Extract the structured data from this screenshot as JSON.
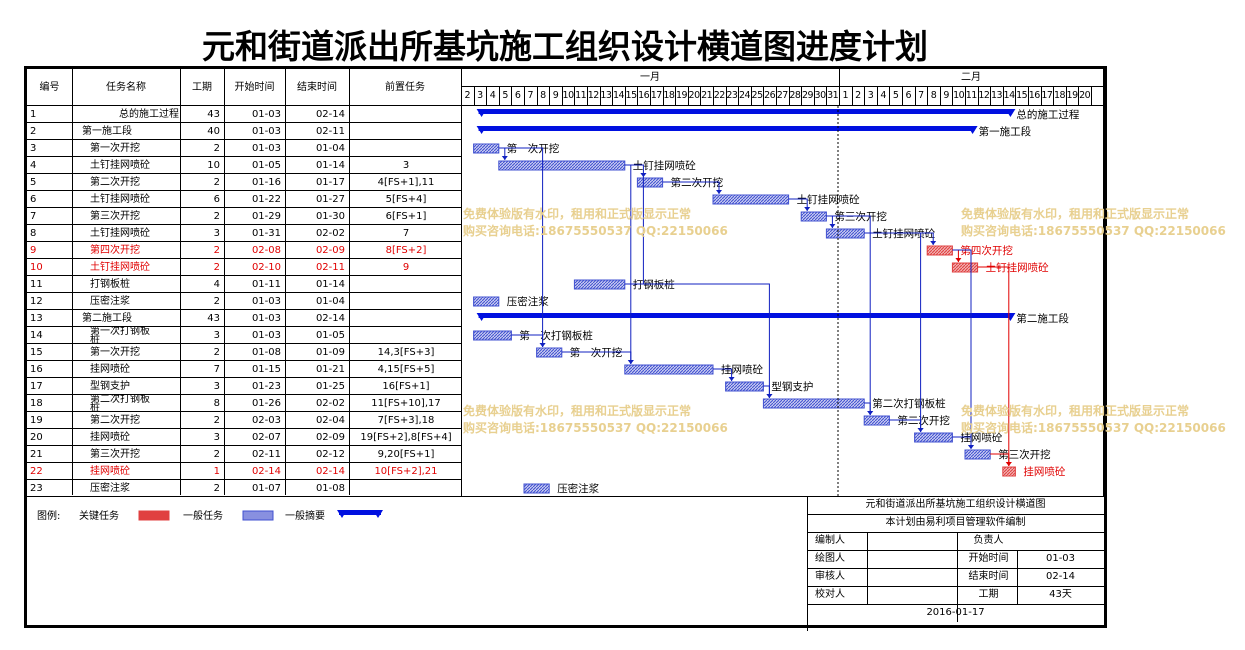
{
  "title": "元和街道派出所基坑施工组织设计横道图进度计划",
  "headers": [
    "编号",
    "任务名称",
    "工期",
    "开始时间",
    "结束时间",
    "前置任务"
  ],
  "months": [
    "一月",
    "二月"
  ],
  "jan_days": [
    "2",
    "3",
    "4",
    "5",
    "6",
    "7",
    "8",
    "9",
    "10",
    "11",
    "12",
    "13",
    "14",
    "15",
    "16",
    "17",
    "18",
    "19",
    "20",
    "21",
    "22",
    "23",
    "24",
    "25",
    "26",
    "27",
    "28",
    "29",
    "30",
    "31"
  ],
  "feb_days": [
    "1",
    "2",
    "3",
    "4",
    "5",
    "6",
    "7",
    "8",
    "9",
    "10",
    "11",
    "12",
    "13",
    "14",
    "15",
    "16",
    "17",
    "18",
    "19",
    "20"
  ],
  "tasks": [
    {
      "id": "1",
      "name": "总的施工过程",
      "dur": "43",
      "start": "01-03",
      "end": "02-14",
      "pred": "",
      "kind": "summary",
      "indent": 0,
      "label": "总的施工过程"
    },
    {
      "id": "2",
      "name": "第一施工段",
      "dur": "40",
      "start": "01-03",
      "end": "02-11",
      "pred": "",
      "kind": "summary",
      "indent": 1,
      "label": "第一施工段"
    },
    {
      "id": "3",
      "name": "第一次开挖",
      "dur": "2",
      "start": "01-03",
      "end": "01-04",
      "pred": "",
      "kind": "normal",
      "indent": 2,
      "label": "第一次开挖"
    },
    {
      "id": "4",
      "name": "土钉挂网喷砼",
      "dur": "10",
      "start": "01-05",
      "end": "01-14",
      "pred": "3",
      "kind": "normal",
      "indent": 2,
      "label": "土钉挂网喷砼"
    },
    {
      "id": "5",
      "name": "第二次开挖",
      "dur": "2",
      "start": "01-16",
      "end": "01-17",
      "pred": "4[FS+1],11",
      "kind": "normal",
      "indent": 2,
      "label": "第二次开挖"
    },
    {
      "id": "6",
      "name": "土钉挂网喷砼",
      "dur": "6",
      "start": "01-22",
      "end": "01-27",
      "pred": "5[FS+4]",
      "kind": "normal",
      "indent": 2,
      "label": "土钉挂网喷砼"
    },
    {
      "id": "7",
      "name": "第三次开挖",
      "dur": "2",
      "start": "01-29",
      "end": "01-30",
      "pred": "6[FS+1]",
      "kind": "normal",
      "indent": 2,
      "label": "第三次开挖"
    },
    {
      "id": "8",
      "name": "土钉挂网喷砼",
      "dur": "3",
      "start": "01-31",
      "end": "02-02",
      "pred": "7",
      "kind": "normal",
      "indent": 2,
      "label": "土钉挂网喷砼"
    },
    {
      "id": "9",
      "name": "第四次开挖",
      "dur": "2",
      "start": "02-08",
      "end": "02-09",
      "pred": "8[FS+2]",
      "kind": "critical",
      "indent": 2,
      "label": "第四次开挖"
    },
    {
      "id": "10",
      "name": "土钉挂网喷砼",
      "dur": "2",
      "start": "02-10",
      "end": "02-11",
      "pred": "9",
      "kind": "critical",
      "indent": 2,
      "label": "土钉挂网喷砼"
    },
    {
      "id": "11",
      "name": "打钢板桩",
      "dur": "4",
      "start": "01-11",
      "end": "01-14",
      "pred": "",
      "kind": "normal",
      "indent": 2,
      "label": "打钢板桩"
    },
    {
      "id": "12",
      "name": "压密注浆",
      "dur": "2",
      "start": "01-03",
      "end": "01-04",
      "pred": "",
      "kind": "normal",
      "indent": 2,
      "label": "压密注浆"
    },
    {
      "id": "13",
      "name": "第二施工段",
      "dur": "43",
      "start": "01-03",
      "end": "02-14",
      "pred": "",
      "kind": "summary",
      "indent": 1,
      "label": "第二施工段"
    },
    {
      "id": "14",
      "name": "第一次打钢板桩",
      "dur": "3",
      "start": "01-03",
      "end": "01-05",
      "pred": "",
      "kind": "normal",
      "indent": 2,
      "label": "第一次打钢板桩"
    },
    {
      "id": "15",
      "name": "第一次开挖",
      "dur": "2",
      "start": "01-08",
      "end": "01-09",
      "pred": "14,3[FS+3]",
      "kind": "normal",
      "indent": 2,
      "label": "第一次开挖"
    },
    {
      "id": "16",
      "name": "挂网喷砼",
      "dur": "7",
      "start": "01-15",
      "end": "01-21",
      "pred": "4,15[FS+5]",
      "kind": "normal",
      "indent": 2,
      "label": "挂网喷砼"
    },
    {
      "id": "17",
      "name": "型钢支护",
      "dur": "3",
      "start": "01-23",
      "end": "01-25",
      "pred": "16[FS+1]",
      "kind": "normal",
      "indent": 2,
      "label": "型钢支护"
    },
    {
      "id": "18",
      "name": "第二次打钢板桩",
      "dur": "8",
      "start": "01-26",
      "end": "02-02",
      "pred": "11[FS+10],17",
      "kind": "normal",
      "indent": 2,
      "label": "第二次打钢板桩"
    },
    {
      "id": "19",
      "name": "第二次开挖",
      "dur": "2",
      "start": "02-03",
      "end": "02-04",
      "pred": "7[FS+3],18",
      "kind": "normal",
      "indent": 2,
      "label": "第二次开挖"
    },
    {
      "id": "20",
      "name": "挂网喷砼",
      "dur": "3",
      "start": "02-07",
      "end": "02-09",
      "pred": "19[FS+2],8[FS+4]",
      "kind": "normal",
      "indent": 2,
      "label": "挂网喷砼"
    },
    {
      "id": "21",
      "name": "第三次开挖",
      "dur": "2",
      "start": "02-11",
      "end": "02-12",
      "pred": "9,20[FS+1]",
      "kind": "normal",
      "indent": 2,
      "label": "第三次开挖"
    },
    {
      "id": "22",
      "name": "挂网喷砼",
      "dur": "1",
      "start": "02-14",
      "end": "02-14",
      "pred": "10[FS+2],21",
      "kind": "critical",
      "indent": 2,
      "label": "挂网喷砼"
    },
    {
      "id": "23",
      "name": "压密注浆",
      "dur": "2",
      "start": "01-07",
      "end": "01-08",
      "pred": "",
      "kind": "normal",
      "indent": 2,
      "label": "压密注浆"
    }
  ],
  "dependencies": [
    [
      3,
      4
    ],
    [
      4,
      5
    ],
    [
      11,
      5
    ],
    [
      5,
      6
    ],
    [
      6,
      7
    ],
    [
      7,
      8
    ],
    [
      8,
      9
    ],
    [
      9,
      10
    ],
    [
      14,
      15
    ],
    [
      3,
      15
    ],
    [
      4,
      16
    ],
    [
      15,
      16
    ],
    [
      16,
      17
    ],
    [
      17,
      18
    ],
    [
      11,
      18
    ],
    [
      18,
      19
    ],
    [
      7,
      19
    ],
    [
      19,
      20
    ],
    [
      8,
      20
    ],
    [
      9,
      21
    ],
    [
      20,
      21
    ],
    [
      10,
      22
    ],
    [
      21,
      22
    ]
  ],
  "watermark": {
    "line1": "免费体验版有水印，租用和正式版显示正常",
    "line2": "购买咨询电话:18675550537 QQ:22150066"
  },
  "legend": {
    "prefix": "图例:",
    "critical": "关键任务",
    "normal": "一般任务",
    "summary": "一般摘要"
  },
  "info": {
    "title": "元和街道派出所基坑施工组织设计横道图",
    "subtitle": "本计划由易利项目管理软件编制",
    "editor_label": "编制人",
    "owner_label": "负责人",
    "drawer_label": "绘图人",
    "start_label": "开始时间",
    "start_value": "01-03",
    "reviewer_label": "审核人",
    "end_label": "结束时间",
    "end_value": "02-14",
    "checker_label": "校对人",
    "duration_label": "工期",
    "duration_value": "43天",
    "date": "2016-01-17"
  },
  "colors": {
    "critical": "#e04040",
    "normal": "#4050d0",
    "summary": "#0010e0",
    "link_normal": "#1020c0",
    "link_critical": "#e00000",
    "watermark": "#e8d090"
  },
  "chart_data": {
    "type": "gantt",
    "title": "元和街道派出所基坑施工组织设计横道图进度计划",
    "x_axis": "date",
    "xlim": [
      "01-02",
      "02-20"
    ],
    "series": [
      {
        "name": "关键任务",
        "tasks": [
          "9",
          "10",
          "22"
        ]
      },
      {
        "name": "一般任务",
        "tasks": [
          "3",
          "4",
          "5",
          "6",
          "7",
          "8",
          "11",
          "12",
          "14",
          "15",
          "16",
          "17",
          "18",
          "19",
          "20",
          "21",
          "23"
        ]
      },
      {
        "name": "一般摘要",
        "tasks": [
          "1",
          "2",
          "13"
        ]
      }
    ]
  }
}
